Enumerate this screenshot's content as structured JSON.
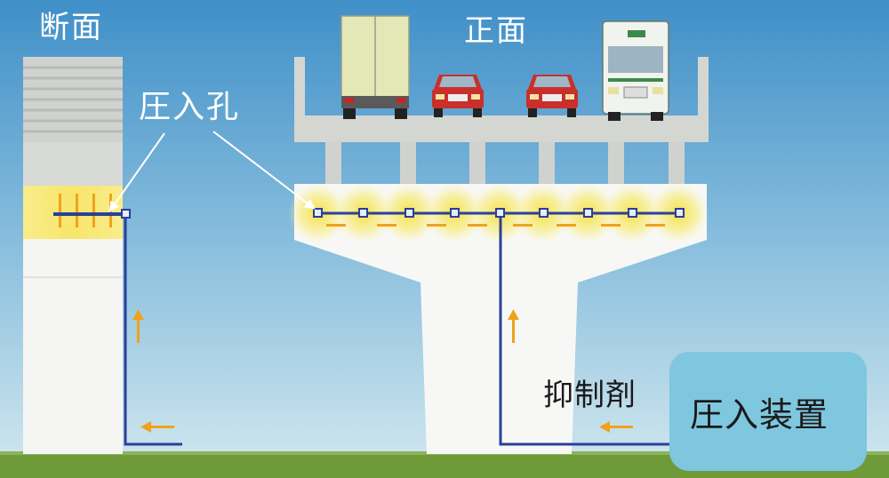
{
  "labels": {
    "section": "断面",
    "front": "正面",
    "injection_hole": "圧入孔",
    "suppressant": "抑制剤",
    "injection_device": "圧入装置"
  },
  "colors": {
    "sky_top": "#3f8fc8",
    "sky_bottom": "#cfe6ee",
    "concrete": "#f7f8f6",
    "deck": "#d4d6d2",
    "ground": "#6e9a3a",
    "glow": "#f7e34a",
    "pipe": "#2b3f9a",
    "arrow": "#f0a21c",
    "device_box": "#7fc6df"
  },
  "icons": [
    "truck-icon",
    "car-icon",
    "car-icon",
    "bus-icon",
    "up-arrow-icon",
    "left-arrow-icon"
  ]
}
